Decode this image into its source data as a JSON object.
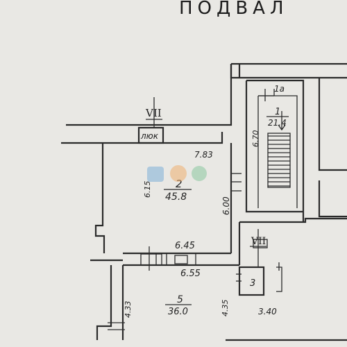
{
  "title": "ПОДВАЛ",
  "section_marks": [
    "VII",
    "VII"
  ],
  "hatch_label": "люк",
  "rooms": {
    "r1": {
      "number": "1",
      "area": "21.4"
    },
    "r1a": {
      "number": "1а"
    },
    "r2": {
      "number": "2",
      "area": "45.8"
    },
    "r3": {
      "number": "3"
    },
    "r5": {
      "number": "5",
      "area": "36.0"
    }
  },
  "dimensions": {
    "d783": "7.83",
    "d615": "6.15",
    "d600": "6.00",
    "d670": "6.70",
    "d645": "6.45",
    "d655": "6.55",
    "d433": "4.33",
    "d435": "4.35",
    "d340": "3.40"
  },
  "colors": {
    "paper": "#e9e8e4",
    "ink": "#2a2a2a",
    "wm_blue": "#7fb0d8",
    "wm_orange": "#f0b070",
    "wm_green": "#8cc9a0"
  }
}
